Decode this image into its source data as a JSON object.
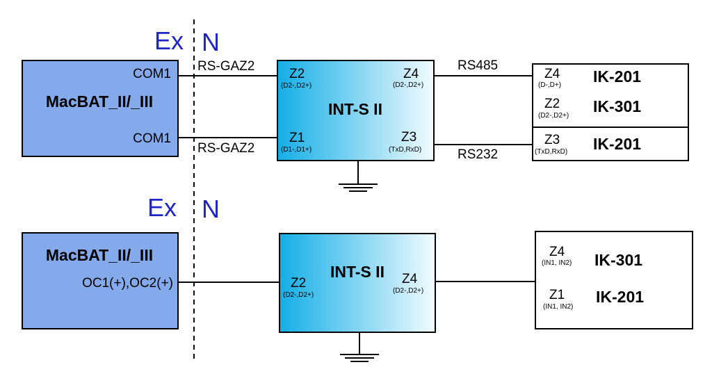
{
  "colors": {
    "macbat_fill": "#84aaeb",
    "int_gradient_start": "#14aee6",
    "int_gradient_end": "#f2fbfe",
    "zone_text": "#1f26c8"
  },
  "top": {
    "zone_ex": "Ex",
    "zone_n": "N",
    "macbat": {
      "title": "MacBAT_II/_III",
      "port1": "COM1",
      "port2": "COM1"
    },
    "link_upper": "RS-GAZ2",
    "link_lower": "RS-GAZ2",
    "ints": {
      "title": "INT-S II",
      "z2": "Z2",
      "z2_pins": "(D2-,D2+)",
      "z1": "Z1",
      "z1_pins": "(D1-,D1+)",
      "z4": "Z4",
      "z4_pins": "(D2-,D2+)",
      "z3": "Z3",
      "z3_pins": "(TxD,RxD)"
    },
    "bus_upper": "RS485",
    "bus_lower": "RS232",
    "ik": {
      "r1_z": "Z4",
      "r1_pins": "(D-,D+)",
      "r1_name": "IK-201",
      "r2_z": "Z2",
      "r2_pins": "(D2-,D2+)",
      "r2_name": "IK-301",
      "r3_z": "Z3",
      "r3_pins": "(TxD,RxD)",
      "r3_name": "IK-201"
    }
  },
  "bottom": {
    "zone_ex": "Ex",
    "zone_n": "N",
    "macbat": {
      "title": "MacBAT_II/_III",
      "port": "OC1(+),OC2(+)"
    },
    "ints": {
      "title": "INT-S II",
      "z2": "Z2",
      "z2_pins": "(D2-,D2+)",
      "z4": "Z4",
      "z4_pins": "(D2-,D2+)"
    },
    "ik": {
      "r1_z": "Z4",
      "r1_pins": "(IN1, IN2)",
      "r1_name": "IK-301",
      "r2_z": "Z1",
      "r2_pins": "(IN1, IN2)",
      "r2_name": "IK-201"
    }
  }
}
